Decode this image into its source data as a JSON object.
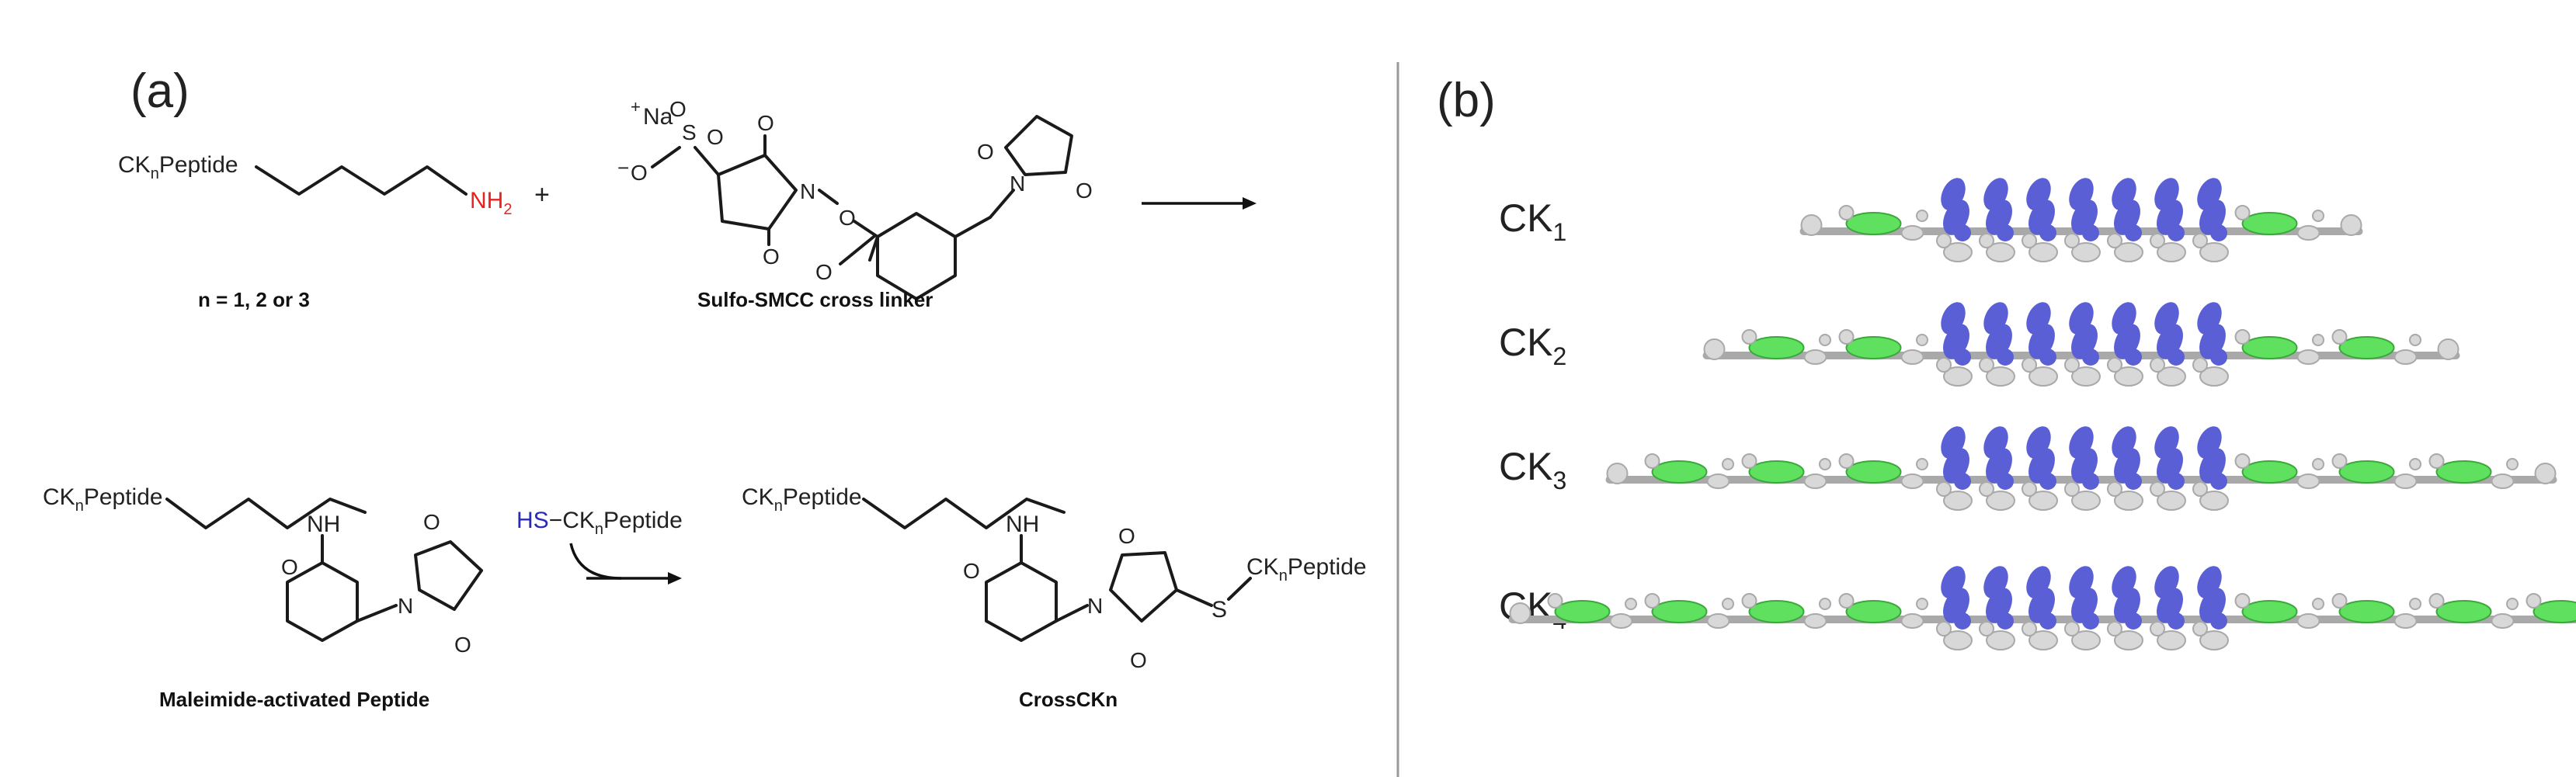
{
  "panel_a": {
    "label": "(a)",
    "reagent1": {
      "prefix": "CK",
      "sub": "n",
      "suffix": "Peptide",
      "amine": "NH",
      "amine_sub": "2"
    },
    "plus": "+",
    "n_values": "n = 1, 2 or 3",
    "crosslinker": {
      "caption": "Sulfo-SMCC cross linker",
      "na": "Na",
      "plus_charge": "+",
      "minus_charge": "−",
      "o1": "O",
      "s": "S",
      "o2": "O",
      "o3": "O",
      "o4": "O",
      "n1": "N",
      "o5": "O",
      "o6": "O",
      "o7": "O",
      "o8": "O",
      "n2": "N",
      "o9": "O"
    },
    "intermediate": {
      "prefix": "CK",
      "sub": "n",
      "suffix": "Peptide",
      "nh": "NH",
      "o1": "O",
      "n": "N",
      "o2": "O",
      "o3": "O",
      "caption": "Maleimide-activated Peptide"
    },
    "thiol": {
      "hs": "HS",
      "dash": "−",
      "prefix": "CK",
      "sub": "n",
      "suffix": "Peptide"
    },
    "product": {
      "prefix": "CK",
      "sub": "n",
      "suffix": "Peptide",
      "nh": "NH",
      "o1": "O",
      "n": "N",
      "o2": "O",
      "o3": "O",
      "s": "S",
      "s_prefix": "CK",
      "s_sub": "n",
      "s_suffix": "Peptide",
      "caption": "CrossCKn"
    }
  },
  "panel_b": {
    "label": "(b)",
    "rows": [
      {
        "base": "CK",
        "sub": "1",
        "green_units": 1
      },
      {
        "base": "CK",
        "sub": "2",
        "green_units": 2
      },
      {
        "base": "CK",
        "sub": "3",
        "green_units": 3
      },
      {
        "base": "CK",
        "sub": "4",
        "green_units": 4
      }
    ],
    "blue_units": 7,
    "colors": {
      "blue": "#5a5fd6",
      "green": "#5fe05f",
      "white": "#d8d8d8",
      "grey": "#a9a9a9"
    }
  },
  "colors": {
    "red": "#e8221f",
    "blue_atom": "#2a2ab8",
    "divider": "#9a9a9a"
  }
}
